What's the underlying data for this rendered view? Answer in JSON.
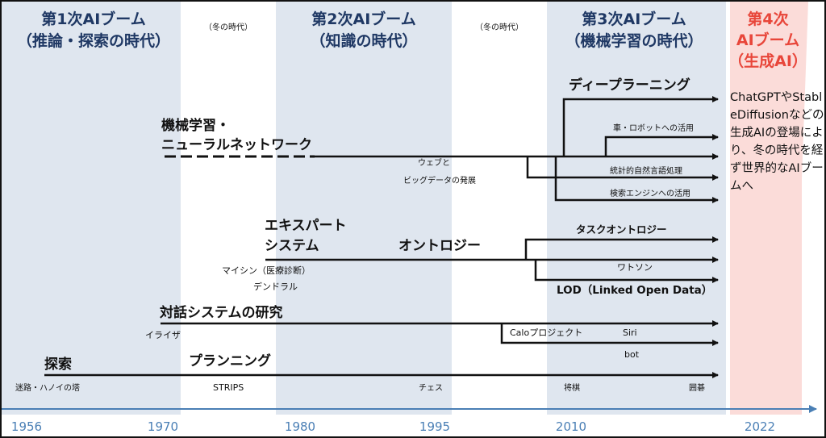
{
  "booms": [
    {
      "title": "第1次AIブーム",
      "subtitle": "（推論・探索の時代）"
    },
    {
      "title": "第2次AIブーム",
      "subtitle": "（知識の時代）"
    },
    {
      "title": "第3次AIブーム",
      "subtitle": "（機械学習の時代）"
    }
  ],
  "boom4": {
    "line1": "第4次",
    "line2": "AIブーム",
    "line3": "（生成AI）"
  },
  "winters": [
    "（冬の時代）",
    "（冬の時代）"
  ],
  "years": [
    "1956",
    "1970",
    "1980",
    "1995",
    "2010",
    "2022"
  ],
  "tracks": {
    "ml": {
      "title1": "機械学習・",
      "title2": "ニューラルネットワーク",
      "note1": "ウェブと",
      "note2": "ビッグデータの発展",
      "branches": [
        "ディープラーニング",
        "車・ロボットへの活用",
        "統計的自然言語処理",
        "検索エンジンへの活用"
      ]
    },
    "expert": {
      "title1": "エキスパート",
      "title2": "システム",
      "ontology": "オントロジー",
      "ex1": "マイシン（医療診断）",
      "ex2": "デンドラル",
      "branches": [
        "タスクオントロジー",
        "ワトソン",
        "LOD（Linked Open Data）"
      ]
    },
    "dialog": {
      "title": "対話システムの研究",
      "ex": "イライザ",
      "calo": "Caloプロジェクト",
      "siri": "Siri",
      "bot": "bot"
    },
    "search": {
      "title": "探索",
      "planning": "プランニング",
      "ex1": "迷路・ハノイの塔",
      "ex2": "STRIPS",
      "ex3": "チェス",
      "ex4": "将棋",
      "ex5": "囲碁"
    }
  },
  "note": "ChatGPTやStableDiffusionなどの生成AIの登場により、冬の時代を経ず世界的なAIブームへ",
  "colors": {
    "boom_band": "#dfe6ef",
    "boom4_band": "#fbdcd9",
    "heading": "#1f3864",
    "heading4": "#e8463a",
    "axis": "#4a7fb5"
  }
}
